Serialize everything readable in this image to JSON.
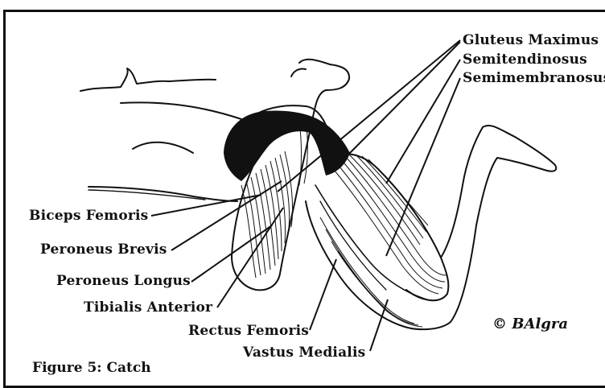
{
  "labels": {
    "gluteus_maximus": "Gluteus Maximus",
    "semitendinosus": "Semitendinosus",
    "semimembranosus": "Semimembranosus",
    "biceps_femoris": "Biceps Femoris",
    "peroneus_brevis": "Peroneus Brevis",
    "peroneus_longus": "Peroneus Longus",
    "tibialis_anterior": "Tibialis Anterior",
    "rectus_femoris": "Rectus Femoris",
    "vastus_medialis": "Vastus Medialis"
  },
  "signature": "© BAlgra",
  "caption": "Figure 5:  Catch",
  "colors": {
    "ink": "#111111",
    "paper": "#ffffff"
  }
}
